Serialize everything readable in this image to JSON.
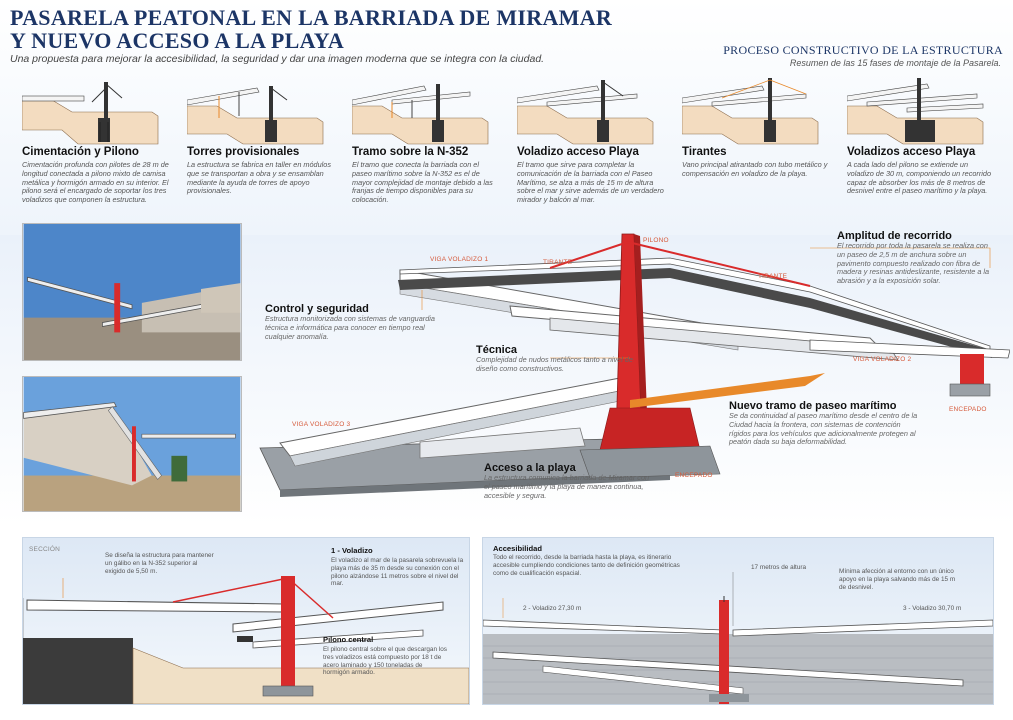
{
  "header": {
    "title_line1": "PASARELA PEATONAL EN LA BARRIADA DE MIRAMAR",
    "title_line2": "Y NUEVO ACCESO A LA PLAYA",
    "subtitle": "Una propuesta para mejorar la accesibilidad, la seguridad y dar una imagen moderna que se integra con la ciudad.",
    "process_title": "PROCESO CONSTRUCTIVO DE LA ESTRUCTURA",
    "process_subtitle": "Resumen de las 15 fases de montaje de la Pasarela."
  },
  "steps": [
    {
      "title": "Cimentación y Pilono",
      "desc": "Cimentación profunda con pilotes de 28 m de longitud conectada a pilono mixto de camisa metálica y hormigón armado en su interior. El pilono será el encargado de soportar los tres voladizos que componen la estructura."
    },
    {
      "title": "Torres provisionales",
      "desc": "La estructura se fabrica en taller en módulos que se transportan a obra y se ensamblan mediante la ayuda de torres de apoyo provisionales."
    },
    {
      "title": "Tramo sobre la N-352",
      "desc": "El tramo que conecta la barriada con el paseo marítimo sobre la N-352 es el de mayor complejidad de montaje debido a las franjas de tiempo disponibles para su colocación."
    },
    {
      "title": "Voladizo acceso Playa",
      "desc": "El tramo que sirve para completar la comunicación de la barriada con el Paseo Marítimo, se alza a más de 15 m de altura sobre el mar y sirve además de un verdadero mirador y balcón al mar."
    },
    {
      "title": "Tirantes",
      "desc": "Vano principal atirantado con tubo metálico y compensación en voladizo de la playa."
    },
    {
      "title": "Voladizos acceso Playa",
      "desc": "A cada lado del pilono se extiende un voladizo de 30 m, componiendo un recorrido capaz de absorber los más de 8 metros de desnivel entre el paseo marítimo y la playa."
    }
  ],
  "diagram": {
    "labels": {
      "pilono": "PILONO",
      "viga_voladizo_1": "VIGA VOLADIZO 1",
      "tirante": "TIRANTE",
      "tirante2": "TIRANTE",
      "viga_voladizo_2": "VIGA VOLADIZO 2",
      "viga_voladizo_3": "VIGA VOLADIZO 3",
      "encepado_right": "ENCEPADO",
      "encepado_center": "ENCEPADO"
    },
    "callouts": {
      "control": {
        "title": "Control y seguridad",
        "desc": "Estructura monitorizada con sistemas de vanguardia técnica e informática para conocer en tiempo real cualquier anomalía."
      },
      "tecnica": {
        "title": "Técnica",
        "desc": "Complejidad de nudos metálicos tanto a nivel de diseño como constructivos."
      },
      "amplitud": {
        "title": "Amplitud de recorrido",
        "desc": "El recorrido por toda la pasarela se realiza con un paseo de 2,5 m de anchura sobre un pavimento compuesto realizado con fibra de madera y resinas antideslizante, resistente a la abrasión y a la exposición solar."
      },
      "nuevo_tramo": {
        "title": "Nuevo tramo de paseo marítimo",
        "desc": "Se da continuidad al paseo marítimo desde el centro de la Ciudad hacia la frontera, con sistemas de contención rígidos para los vehículos que adicionalmente protegen al peatón dada su baja deformabilidad."
      },
      "acceso": {
        "title": "Acceso a la playa",
        "desc": "La estructura comunica la barriada de Miramar con el paseo marítimo y la playa de manera continua, accesible y segura."
      }
    }
  },
  "bottom_left": {
    "corner": "SECCIÓN",
    "gauge_note": "Se diseña la estructura para mantener un gálibo en la N-352 superior al exigido de 5,50 m.",
    "voladizo_title": "1 - Voladizo",
    "voladizo_desc": "El voladizo al mar de la pasarela sobrevuela la playa más de 35 m desde su conexión con el pilono alzándose 11 metros sobre el nivel del mar.",
    "pilono_title": "Pilono central",
    "pilono_desc": "El pilono central sobre el que descargan los tres voladizos está compuesto por 18 t de acero laminado y 150 toneladas de hormigón armado."
  },
  "bottom_right": {
    "title": "Accesibilidad",
    "desc": "Todo el recorrido, desde la barriada hasta la playa, es itinerario accesible cumpliendo condiciones tanto de definición geométricas como de cualificación espacial.",
    "height": "17 metros de altura",
    "right_note": "Mínima afección al entorno con un único apoyo en la playa salvando más de 15 m de desnivel.",
    "vol2": "2 - Voladizo 27,30 m",
    "vol3": "3 - Voladizo 30,70 m"
  },
  "colors": {
    "title": "#1c3566",
    "red": "#d92b2b",
    "orange": "#e8892a"
  }
}
